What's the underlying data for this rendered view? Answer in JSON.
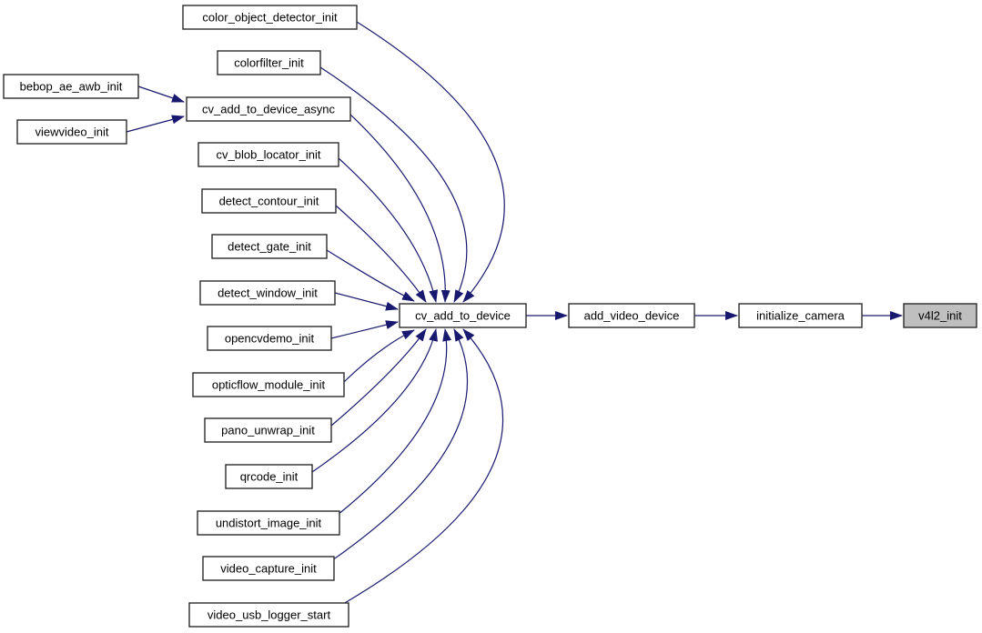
{
  "diagram": {
    "type": "doxygen-call-graph",
    "description": "Callers graph converging on v4l2_init",
    "colors": {
      "edge": "#191970",
      "node_border": "#2b2b2b",
      "node_fill": "#ffffff",
      "highlight_fill": "#bfbfbf",
      "text": "#000000",
      "background": "#ffffff"
    },
    "highlighted_node": "v4l2_init",
    "nodes": {
      "color_object_detector_init": "color_object_detector_init",
      "colorfilter_init": "colorfilter_init",
      "bebop_ae_awb_init": "bebop_ae_awb_init",
      "cv_add_to_device_async": "cv_add_to_device_async",
      "viewvideo_init": "viewvideo_init",
      "cv_blob_locator_init": "cv_blob_locator_init",
      "detect_contour_init": "detect_contour_init",
      "detect_gate_init": "detect_gate_init",
      "detect_window_init": "detect_window_init",
      "opencvdemo_init": "opencvdemo_init",
      "opticflow_module_init": "opticflow_module_init",
      "pano_unwrap_init": "pano_unwrap_init",
      "qrcode_init": "qrcode_init",
      "undistort_image_init": "undistort_image_init",
      "video_capture_init": "video_capture_init",
      "video_usb_logger_start": "video_usb_logger_start",
      "cv_add_to_device": "cv_add_to_device",
      "add_video_device": "add_video_device",
      "initialize_camera": "initialize_camera",
      "v4l2_init": "v4l2_init"
    },
    "edges": [
      {
        "from": "bebop_ae_awb_init",
        "to": "cv_add_to_device_async"
      },
      {
        "from": "viewvideo_init",
        "to": "cv_add_to_device_async"
      },
      {
        "from": "color_object_detector_init",
        "to": "cv_add_to_device"
      },
      {
        "from": "colorfilter_init",
        "to": "cv_add_to_device"
      },
      {
        "from": "cv_add_to_device_async",
        "to": "cv_add_to_device"
      },
      {
        "from": "cv_blob_locator_init",
        "to": "cv_add_to_device"
      },
      {
        "from": "detect_contour_init",
        "to": "cv_add_to_device"
      },
      {
        "from": "detect_gate_init",
        "to": "cv_add_to_device"
      },
      {
        "from": "detect_window_init",
        "to": "cv_add_to_device"
      },
      {
        "from": "opencvdemo_init",
        "to": "cv_add_to_device"
      },
      {
        "from": "opticflow_module_init",
        "to": "cv_add_to_device"
      },
      {
        "from": "pano_unwrap_init",
        "to": "cv_add_to_device"
      },
      {
        "from": "qrcode_init",
        "to": "cv_add_to_device"
      },
      {
        "from": "undistort_image_init",
        "to": "cv_add_to_device"
      },
      {
        "from": "video_capture_init",
        "to": "cv_add_to_device"
      },
      {
        "from": "video_usb_logger_start",
        "to": "cv_add_to_device"
      },
      {
        "from": "cv_add_to_device",
        "to": "add_video_device"
      },
      {
        "from": "add_video_device",
        "to": "initialize_camera"
      },
      {
        "from": "initialize_camera",
        "to": "v4l2_init"
      }
    ]
  }
}
